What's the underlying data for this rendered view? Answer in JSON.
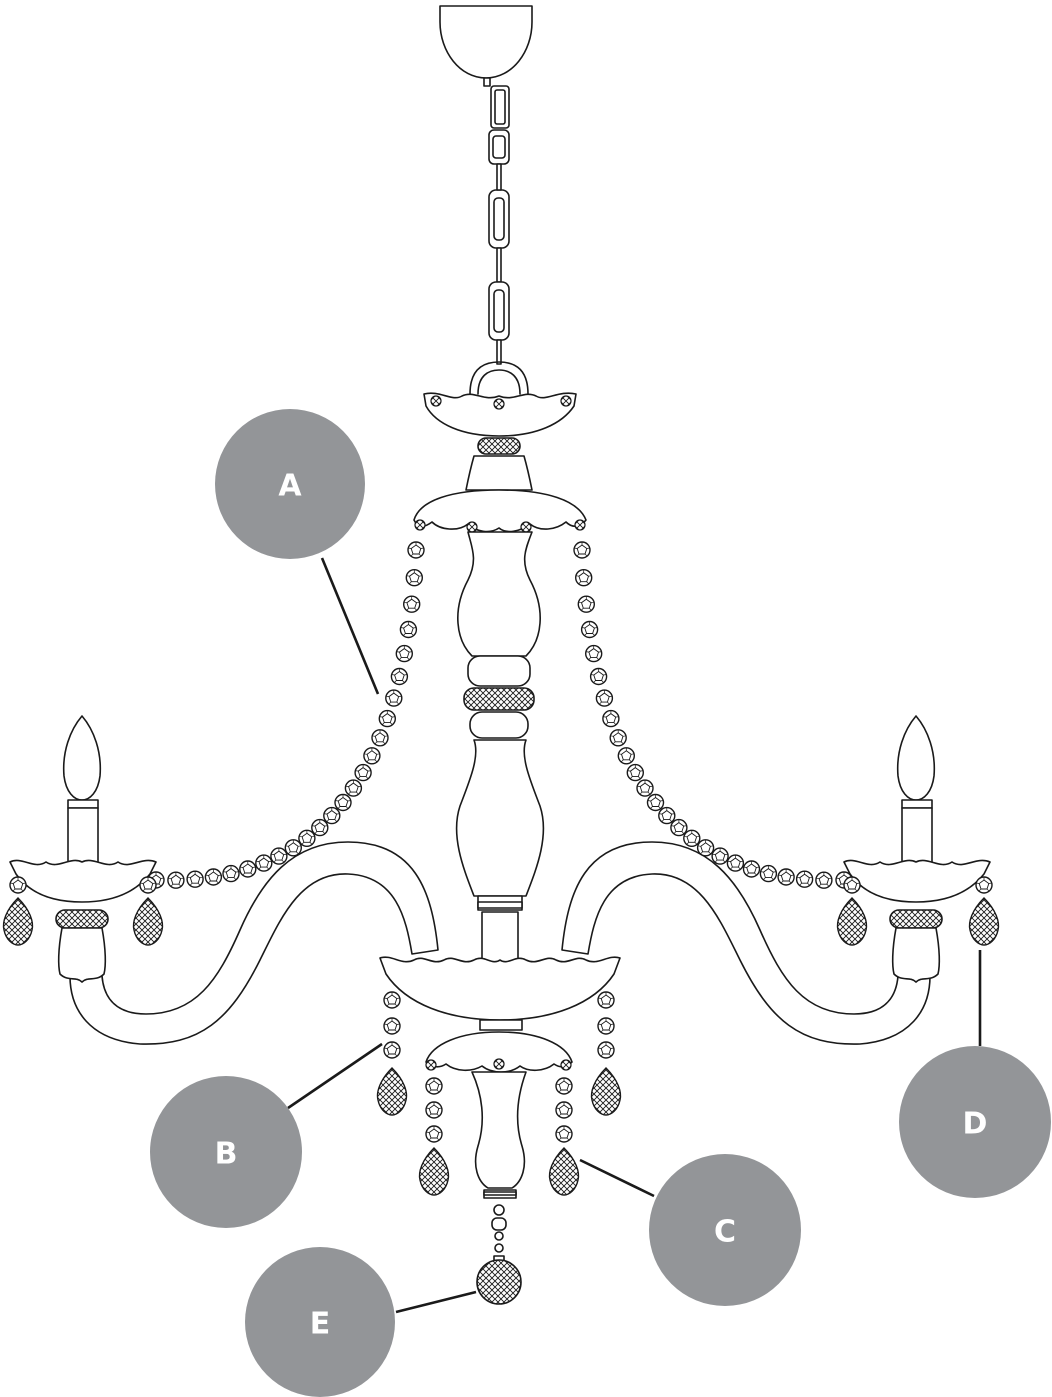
{
  "callouts": [
    {
      "id": "a",
      "label": "A"
    },
    {
      "id": "b",
      "label": "B"
    },
    {
      "id": "c",
      "label": "C"
    },
    {
      "id": "d",
      "label": "D"
    },
    {
      "id": "e",
      "label": "E"
    }
  ],
  "colors": {
    "callout_fill": "#939598",
    "callout_text": "#ffffff",
    "line": "#1a1a1a",
    "background": "#ffffff"
  }
}
